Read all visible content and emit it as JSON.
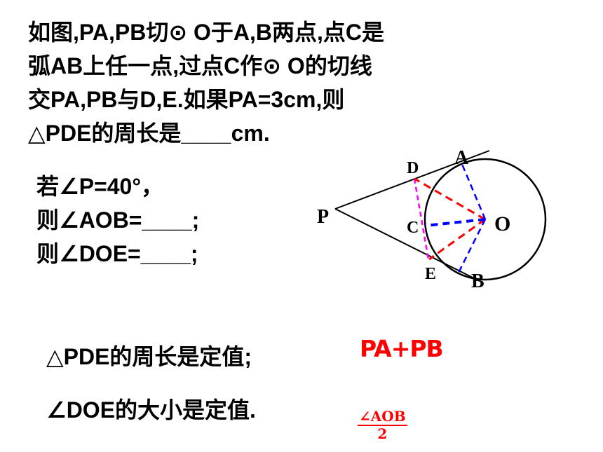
{
  "problem": {
    "line1": "如图,PA,PB切⊙ O于A,B两点,点C是",
    "line2": "弧AB上任一点,过点C作⊙ O的切线",
    "line3": "交PA,PB与D,E.如果PA=3cm,则",
    "line4": "△PDE的周长是____cm."
  },
  "angles": {
    "line1": "若∠P=40°，",
    "line2": "则∠AOB=____;",
    "line3": "则∠DOE=____;"
  },
  "conclusions": {
    "perimeter": "△PDE的周长是定值;",
    "angle": "∠DOE的大小是定值."
  },
  "answers": {
    "perimeter": "PA+PB",
    "angle_numerator": "∠AOB",
    "angle_denominator": "2"
  },
  "figure": {
    "labels": {
      "P": "P",
      "A": "A",
      "B": "B",
      "O": "O",
      "C": "C",
      "D": "D",
      "E": "E"
    },
    "colors": {
      "red": "#ff0000",
      "blue": "#0000ff",
      "magenta": "#ff00ff",
      "black": "#000000"
    }
  }
}
